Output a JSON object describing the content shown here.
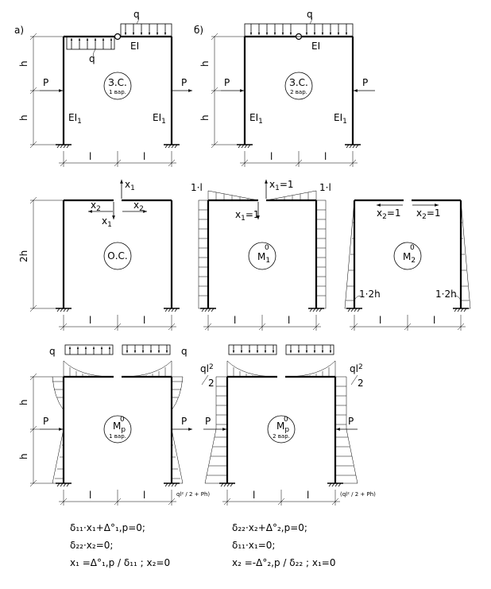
{
  "panel_a": {
    "label": "a)",
    "load_q_top": "q",
    "load_q_left": "q",
    "beam_EI": "EI",
    "col_left_EI": "EI",
    "col_left_sub": "1",
    "col_right_EI": "EI",
    "col_right_sub": "1",
    "force_left": "P",
    "force_right": "P",
    "dim_h_upper": "h",
    "dim_h_lower": "h",
    "dim_l_left": "l",
    "dim_l_right": "l",
    "circle_main": "З.С.",
    "circle_sub": "1 вар."
  },
  "panel_b": {
    "label": "б)",
    "load_q": "q",
    "beam_EI": "EI",
    "col_left_EI": "EI",
    "col_left_sub": "1",
    "col_right_EI": "EI",
    "col_right_sub": "1",
    "force_left": "P",
    "force_right": "P",
    "dim_h_upper": "h",
    "dim_h_lower": "h",
    "dim_l_left": "l",
    "dim_l_right": "l",
    "circle_main": "З.С.",
    "circle_sub": "2 вар."
  },
  "basic_system": {
    "dim_2h": "2h",
    "x1_up": "x",
    "x1_up_sub": "1",
    "x1_down": "x",
    "x1_down_sub": "1",
    "x2_left": "x",
    "x2_left_sub": "2",
    "x2_right": "x",
    "x2_right_sub": "2",
    "dim_l_left": "l",
    "dim_l_right": "l",
    "circle": "О.С."
  },
  "m1_diagram": {
    "label_left": "1·l",
    "label_right": "1·l",
    "x1_up": "x",
    "x1_up_sub": "1",
    "x1_up_val": "=1",
    "x1_down": "x",
    "x1_down_sub": "1",
    "x1_down_val": "=1",
    "dim_l_left": "l",
    "dim_l_right": "l",
    "circle_M": "M",
    "circle_sub": "1",
    "circle_sup": "0"
  },
  "m2_diagram": {
    "x2_left": "x",
    "x2_left_sub": "2",
    "x2_left_val": "=1",
    "x2_right": "x",
    "x2_right_sub": "2",
    "x2_right_val": "=1",
    "label_left": "1·2h",
    "label_right": "1·2h",
    "dim_l_left": "l",
    "dim_l_right": "l",
    "circle_M": "M",
    "circle_sub": "2",
    "circle_sup": "0"
  },
  "mp1_diagram": {
    "load_q_left": "q",
    "load_q_right": "q",
    "force_left": "P",
    "force_right": "P",
    "dim_h_upper": "h",
    "dim_h_lower": "h",
    "dim_l_left": "l",
    "dim_l_right": "l",
    "circle_M": "M",
    "circle_sub": "p",
    "circle_sup": "0",
    "circle_var": "1 вар.",
    "bottom_label": "ql² / 2 + Ph)"
  },
  "mp2_diagram": {
    "force_left": "P",
    "force_right": "P",
    "label_left_top": "ql",
    "label_left_sup": "2",
    "label_left_den": "2",
    "label_right_top": "ql",
    "label_right_sup": "2",
    "label_right_den": "2",
    "dim_l_left": "l",
    "dim_l_right": "l",
    "circle_M": "M",
    "circle_sub": "p",
    "circle_sup": "0",
    "circle_var": "2 вар.",
    "bottom_label": "(ql² / 2 + Ph)"
  },
  "equations_left": [
    "δ₁₁·x₁+Δ°₁,p=0;",
    "δ₂₂·x₂=0;",
    "x₁ =Δ°₁,p / δ₁₁ ; x₂=0"
  ],
  "equations_right": [
    "δ₂₂·x₂+Δ°₂,p=0;",
    "δ₁₁·x₁=0;",
    "x₂ =-Δ°₂,p / δ₂₂ ; x₁=0"
  ]
}
